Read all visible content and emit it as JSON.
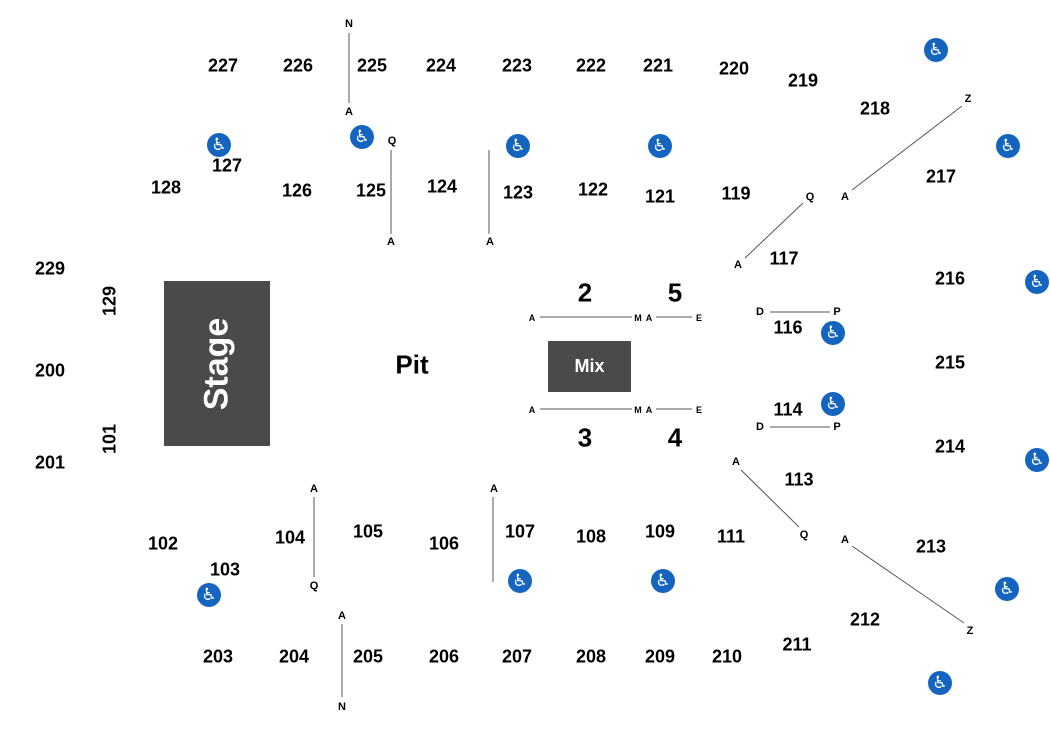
{
  "venue_map": {
    "stage_label": "Stage",
    "pit_label": "Pit",
    "mix_label": "Mix",
    "accessible_icon": "wheelchair-icon",
    "accessible_color": "#1565c0",
    "block_color": "#4a4a4a",
    "floor_sections": [
      "2",
      "5",
      "3",
      "4"
    ],
    "sections_100": [
      "101",
      "102",
      "103",
      "104",
      "105",
      "106",
      "107",
      "108",
      "109",
      "111",
      "113",
      "114",
      "116",
      "117",
      "119",
      "121",
      "122",
      "123",
      "124",
      "125",
      "126",
      "127",
      "128",
      "129"
    ],
    "sections_200": [
      "200",
      "201",
      "203",
      "204",
      "205",
      "206",
      "207",
      "208",
      "209",
      "210",
      "211",
      "212",
      "213",
      "214",
      "215",
      "216",
      "217",
      "218",
      "219",
      "220",
      "221",
      "222",
      "223",
      "224",
      "225",
      "226",
      "227",
      "229"
    ],
    "row_markers": {
      "A": "A",
      "N": "N",
      "Q": "Q",
      "Z": "Z",
      "D": "D",
      "P": "P",
      "M": "M",
      "E": "E"
    }
  }
}
